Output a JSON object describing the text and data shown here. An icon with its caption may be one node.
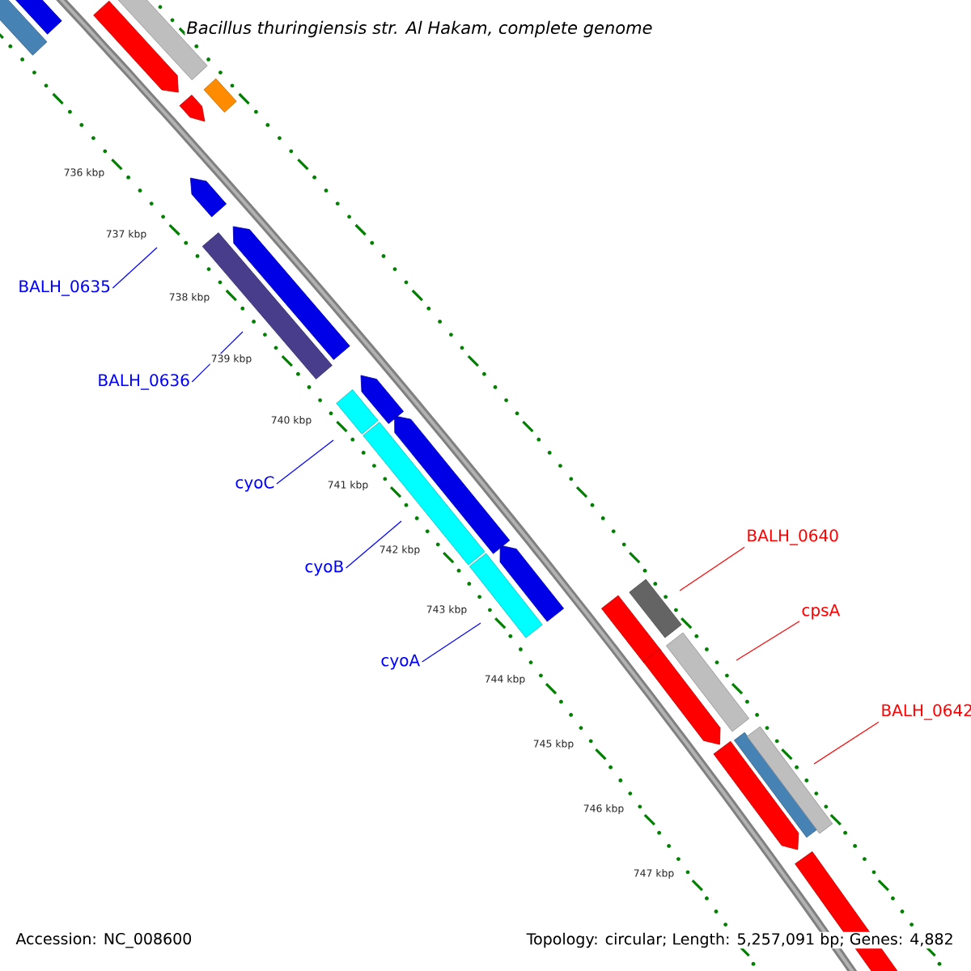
{
  "diagram": {
    "title": "Bacillus thuringiensis str. Al Hakam, complete genome",
    "nodes": [
      {
        "text": [
          "BALH_0635"
        ]
      },
      {
        "text": [
          "BALH_0636"
        ]
      },
      {
        "text": [
          "cyoC"
        ]
      },
      {
        "text": [
          "cyoB"
        ]
      },
      {
        "text": [
          "cyoA"
        ]
      },
      {
        "text": [
          "BALH_0640"
        ]
      },
      {
        "text": [
          "cpsA"
        ]
      },
      {
        "text": [
          "BALH_0642"
        ]
      }
    ],
    "edges": [
      {
        "from": 0,
        "to": null,
        "arrow": "none"
      },
      {
        "from": 1,
        "to": null,
        "arrow": "none"
      },
      {
        "from": 2,
        "to": null,
        "arrow": "none"
      },
      {
        "from": 3,
        "to": null,
        "arrow": "none"
      },
      {
        "from": 4,
        "to": null,
        "arrow": "none"
      },
      {
        "from": 5,
        "to": null,
        "arrow": "none",
        "color": "#ff0000"
      },
      {
        "from": 6,
        "to": null,
        "arrow": "none",
        "color": "#ff0000"
      },
      {
        "from": 7,
        "to": null,
        "arrow": "none",
        "color": "#ff0000"
      }
    ],
    "labels": [
      "736 kbp",
      "737 kbp",
      "738 kbp",
      "739 kbp",
      "740 kbp",
      "741 kbp",
      "742 kbp",
      "743 kbp",
      "744 kbp",
      "745 kbp",
      "746 kbp",
      "747 kbp",
      "Accession: NC_008600",
      "Topology: circular; Length: 5,257,091 bp; Genes: 4,882"
    ]
  }
}
